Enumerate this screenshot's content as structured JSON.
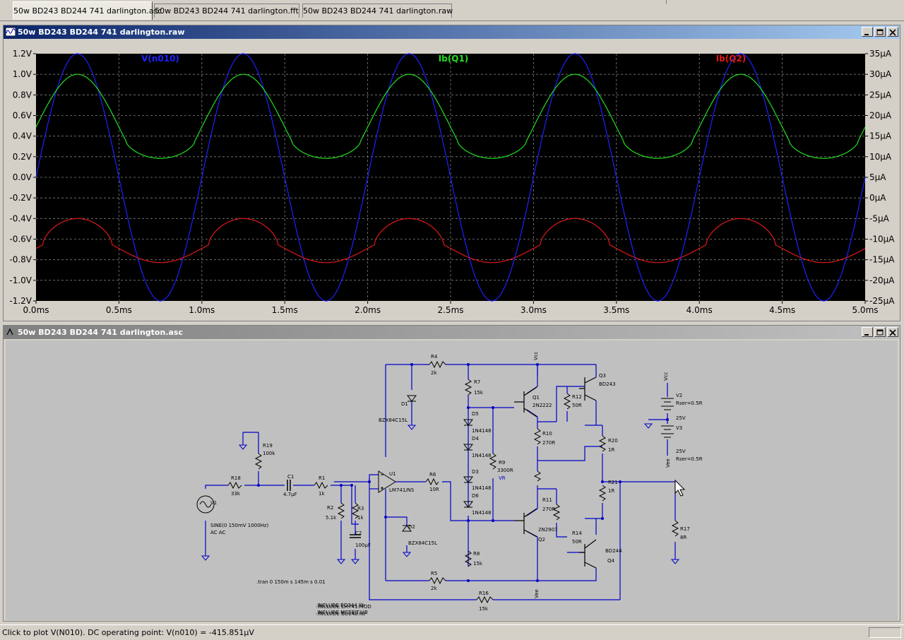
{
  "tabs": [
    {
      "label": "50w BD243 BD244 741 darlington.asc",
      "active": true
    },
    {
      "label": "50w BD243 BD244 741 darlington.fft",
      "active": false
    },
    {
      "label": "50w BD243 BD244 741 darlington.raw",
      "active": false
    }
  ],
  "plot_window": {
    "title": "50w BD243 BD244 741 darlington.raw"
  },
  "schematic_window": {
    "title": "50w BD243 BD244 741 darlington.asc"
  },
  "status": {
    "text": "Click to plot V(N010).  DC operating point: V(n010) = -415.851µV"
  },
  "colors": {
    "background": "#000000",
    "grid": "#808080",
    "v_n010": "#2020ff",
    "ib_q1": "#20e020",
    "ib_q2": "#e01818",
    "wire": "#0000c8"
  },
  "chart_data": {
    "type": "line",
    "series": [
      {
        "name": "V(n010)",
        "color": "#2020ff",
        "axis": "left",
        "shape": "sine",
        "amplitude": 1.2,
        "frequency_hz": 1000,
        "offset": 0
      },
      {
        "name": "Ib(Q1)",
        "color": "#20e020",
        "axis": "right",
        "shape": "clipped-sine",
        "peak_uA": 30,
        "trough_uA": 9.6,
        "knee_uA": 14
      },
      {
        "name": "Ib(Q2)",
        "color": "#e01818",
        "axis": "right",
        "shape": "clipped-sine",
        "peak_uA": -5,
        "trough_uA": -15.7,
        "knee_uA": -11.4
      }
    ],
    "x_ticks": [
      "0.0ms",
      "0.5ms",
      "1.0ms",
      "1.5ms",
      "2.0ms",
      "2.5ms",
      "3.0ms",
      "3.5ms",
      "4.0ms",
      "4.5ms",
      "5.0ms"
    ],
    "y_left_ticks": [
      "1.2V",
      "1.0V",
      "0.8V",
      "0.6V",
      "0.4V",
      "0.2V",
      "0.0V",
      "-0.2V",
      "-0.4V",
      "-0.6V",
      "-0.8V",
      "-1.0V",
      "-1.2V"
    ],
    "y_right_ticks": [
      "35µA",
      "30µA",
      "25µA",
      "20µA",
      "15µA",
      "10µA",
      "5µA",
      "0µA",
      "-5µA",
      "-10µA",
      "-15µA",
      "-20µA",
      "-25µA"
    ],
    "xlim": [
      0,
      5
    ],
    "ylim_left": [
      -1.2,
      1.2
    ],
    "ylim_right": [
      -25,
      35
    ],
    "grid": true
  },
  "schematic": {
    "labels": {
      "R4": "R4",
      "R4v": "2k",
      "R7": "R7",
      "R7v": "15k",
      "vcc_top": "Vcc",
      "Q3": "Q3",
      "Q3v": "BD243",
      "V2": "V2",
      "V2r": "Rser=0.5R",
      "V2v": "25V",
      "vcc_src": "Vcc",
      "V3": "V3",
      "V3v": "25V",
      "V3r": "Rser=0.5R",
      "vee_src": "Vee",
      "D1": "D1",
      "D1v": "BZX84C15L",
      "Q1": "Q1",
      "Q1v": "2N2222",
      "R12": "R12",
      "R12v": "50R",
      "D5": "D5",
      "D5v": "1N4148",
      "D4": "D4",
      "D4v": "1N4148",
      "D3": "D3",
      "D3v": "1N4148",
      "D6": "D6",
      "D6v": "1N4148",
      "R10": "R10",
      "R10v": "270R",
      "R20": "R20",
      "R20v": "1R",
      "R21": "R21",
      "R21v": "1R",
      "R9": "R9",
      "R9v": "3300R",
      "R9t": "VR",
      "R19": "R19",
      "R19v": "100k",
      "R18": "R18",
      "R18v": "33k",
      "C1": "C1",
      "C1v": "4.7µF",
      "R1": "R1",
      "R1v": "1k",
      "U1": "U1",
      "U1v": "LM741/NS",
      "R6": "R6",
      "R6v": "10R",
      "V1": "V1",
      "V1a": "SINE(0 150mV 1000Hz)",
      "V1b": "AC AC",
      "R2": "R2",
      "R2v": "5.1k",
      "R3": "R3",
      "R3v": "1k",
      "C2": "C2",
      "C2v": "100µF",
      "D2": "D2",
      "D2v": "BZX84C15L",
      "R11": "R11",
      "R11v": "270R",
      "Q2": "Q2",
      "Q2v": "2N2907",
      "R14": "R14",
      "R14v": "50R",
      "Q4": "Q4",
      "Q4v": "BD244",
      "R17": "R17",
      "R17v": "8R",
      "R8": "R8",
      "R8v": "15k",
      "R5": "R5",
      "R5v": "2k",
      "vee_bot": "Vee",
      "R16": "R16",
      "R16v": "15k",
      "tran": ".tran 0 150m s 145m s 0.01",
      "inc1": ".INCLUDE LM741.MOD",
      "inc2": ".INCLUDE BD243.lib",
      "inc3": ".INCLUDE BD244.lib",
      "inc4": ".INCLUDE MCEBJT.LIB"
    }
  }
}
